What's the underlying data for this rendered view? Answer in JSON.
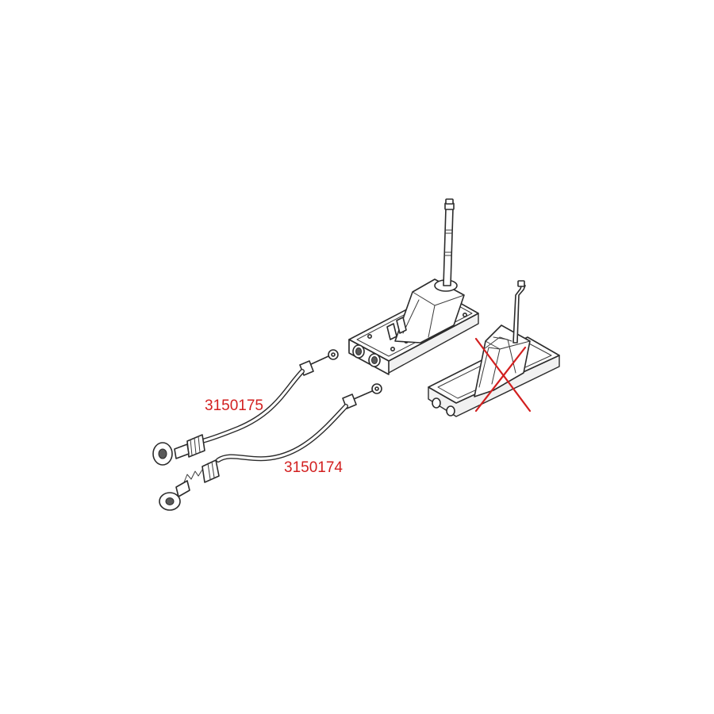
{
  "labels": {
    "cable_upper": "3150175",
    "cable_lower": "3150174"
  },
  "colors": {
    "label": "#d21f1f",
    "cross": "#d21f1f",
    "line_art": "#2b2b2b",
    "background": "#ffffff"
  },
  "icons": {
    "obsolete_marker": "red-x-mark"
  }
}
